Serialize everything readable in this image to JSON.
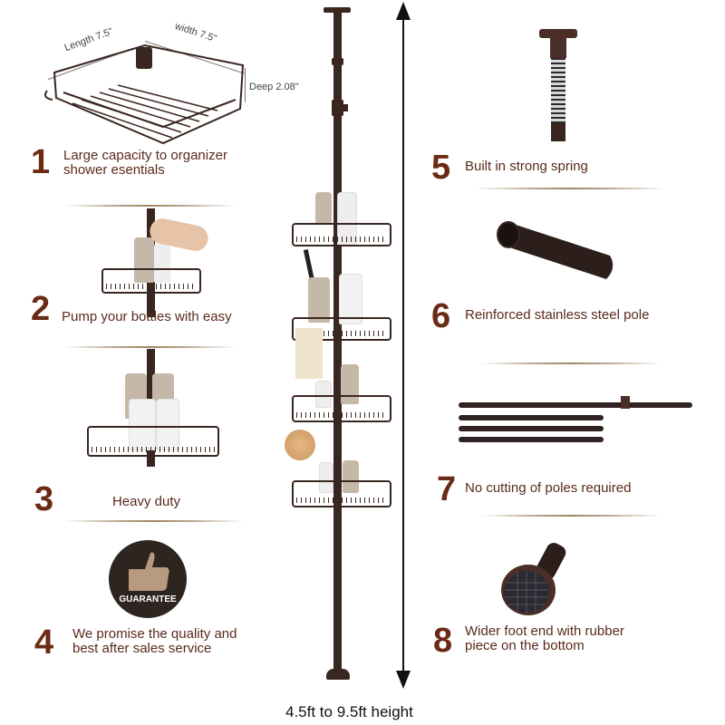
{
  "dimensions": {
    "length": "Length 7.5\"",
    "width": "width 7.5\"",
    "deep": "Deep 2.08\""
  },
  "features": [
    {
      "number": "1",
      "line1": "Large capacity to organizer",
      "line2": "shower esentials"
    },
    {
      "number": "2",
      "line1": "Pump your bottles with easy",
      "line2": ""
    },
    {
      "number": "3",
      "line1": "Heavy duty",
      "line2": ""
    },
    {
      "number": "4",
      "line1": "We promise the quality and",
      "line2": "best after sales service"
    },
    {
      "number": "5",
      "line1": "Built in strong spring",
      "line2": ""
    },
    {
      "number": "6",
      "line1": "Reinforced stainless steel pole",
      "line2": ""
    },
    {
      "number": "7",
      "line1": "No cutting of poles required",
      "line2": ""
    },
    {
      "number": "8",
      "line1": "Wider foot end with rubber",
      "line2": "piece on the bottom"
    }
  ],
  "badge": {
    "label": "GUARANTEE",
    "icon": "thumbs-up-icon"
  },
  "height_label": "4.5ft to 9.5ft height",
  "colors": {
    "accent_number": "#6b2a14",
    "caption_text": "#5a2a1c",
    "product_bronze": "#3a2620",
    "badge_bg": "#2e2420",
    "badge_thumb": "#b89a7e"
  }
}
